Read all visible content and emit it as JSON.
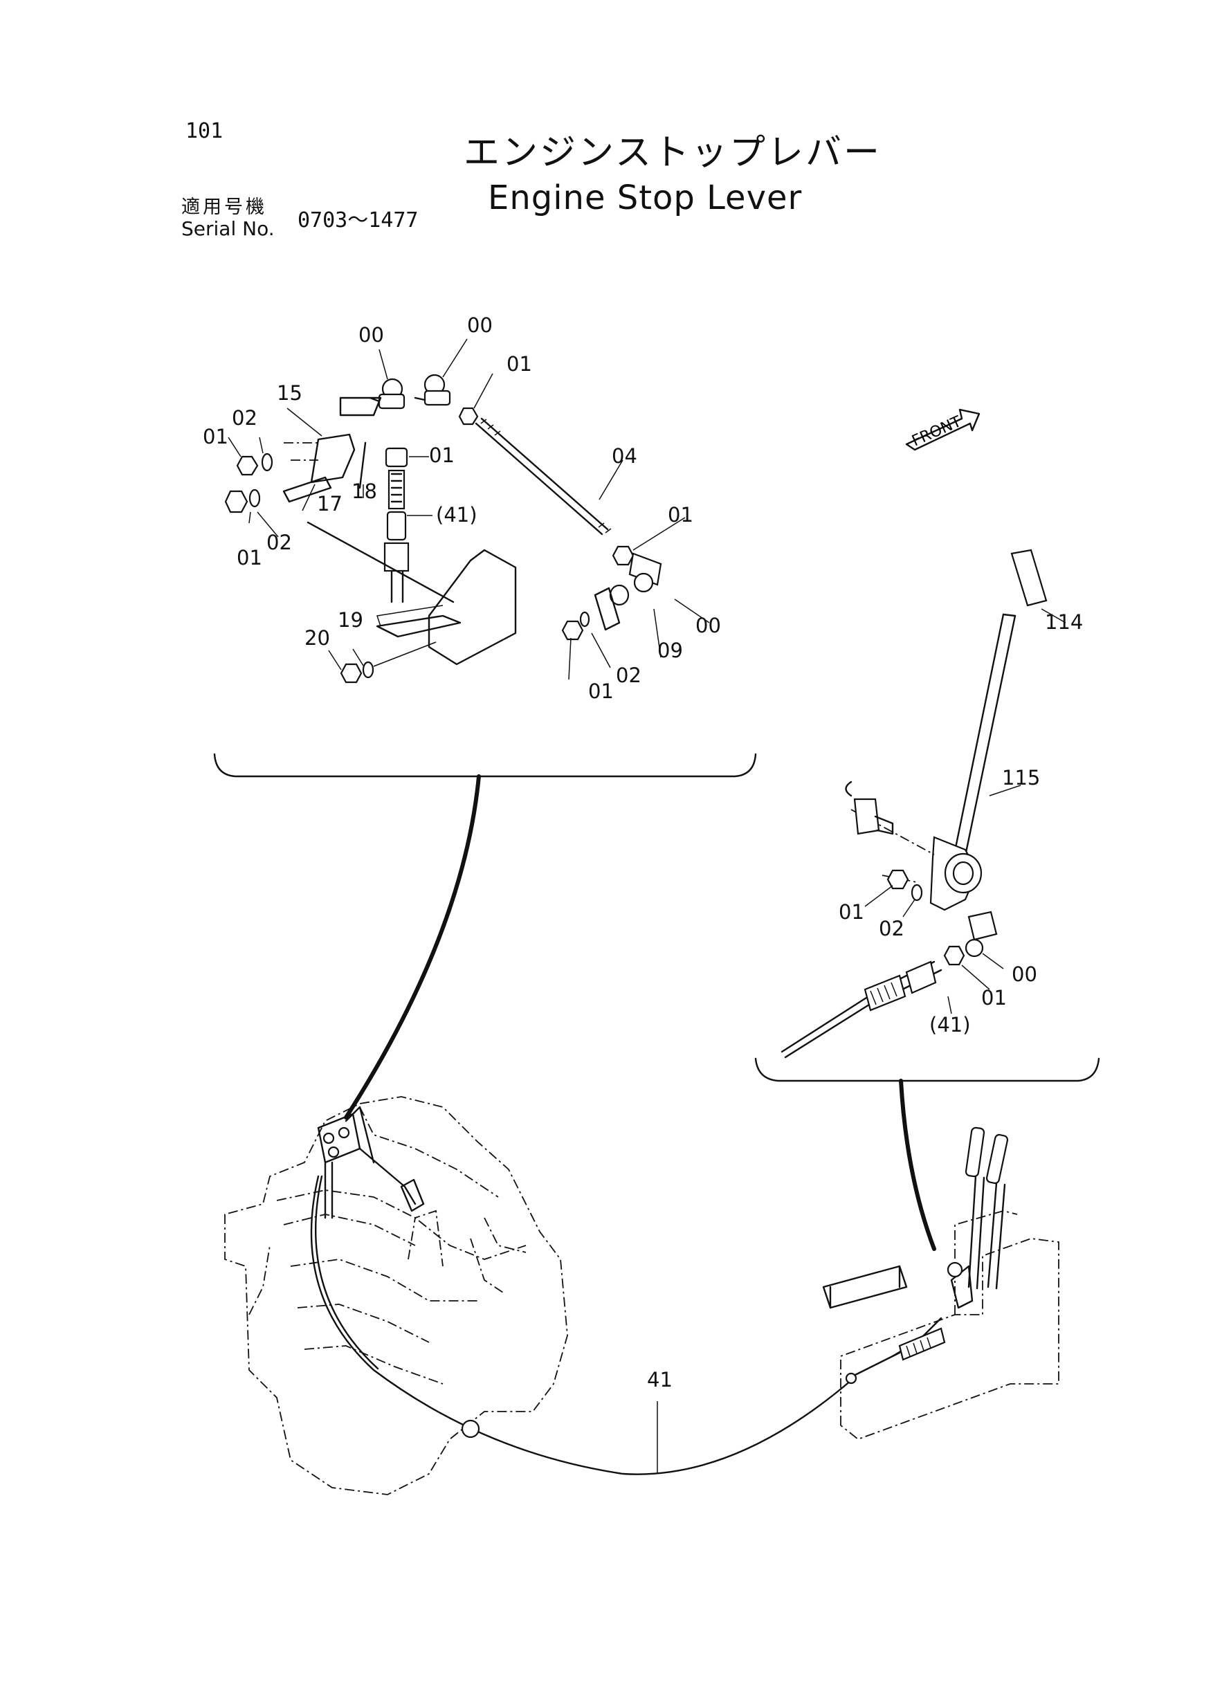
{
  "page_number": "101",
  "title_ja": "エンジンストップレバー",
  "title_en": "Engine Stop Lever",
  "serial_label_ja": "適用号機",
  "serial_label_en": "Serial No.",
  "serial_range": "0703～1477",
  "front_marker": "FRONT",
  "callouts": {
    "top": [
      "00",
      "00",
      "01",
      "15",
      "02",
      "01",
      "01",
      "18",
      "17",
      "(41)",
      "04",
      "01",
      "01",
      "02",
      "19",
      "20",
      "00",
      "09",
      "02",
      "01"
    ],
    "right": [
      "114",
      "115",
      "01",
      "02",
      "00",
      "01",
      "(41)"
    ],
    "bottom": [
      "41"
    ]
  }
}
